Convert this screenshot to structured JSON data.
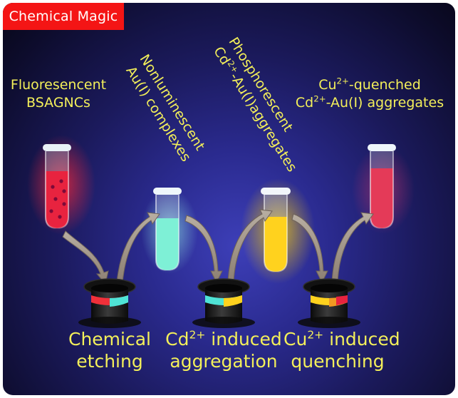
{
  "badge": "Chemical Magic",
  "labels": {
    "fluorescent": [
      "Fluoresencent",
      "BSAGNCs"
    ],
    "nonluminescent": [
      "Nonluminescent",
      "Au(I) complexes"
    ],
    "phosphorescent_line1": "Phosphorescent",
    "phosphorescent_ion": "Cd",
    "phosphorescent_ion_charge": "2+",
    "phosphorescent_rest": "-Au(I)aggregates",
    "quenched_ion": "Cu",
    "quenched_ion_charge": "2+",
    "quenched_rest": "-quenched",
    "quenched_ion2": "Cd",
    "quenched_ion2_charge": "2+",
    "quenched_rest2": "-Au(I) aggregates"
  },
  "steps": {
    "etching": [
      "Chemical",
      "etching"
    ],
    "aggregation_ion": "Cd",
    "aggregation_charge": "2+",
    "aggregation_rest": " induced",
    "aggregation_line2": "aggregation",
    "quenching_ion": "Cu",
    "quenching_charge": "2+",
    "quenching_rest": " induced",
    "quenching_line2": "quenching"
  },
  "colors": {
    "label_yellow": "#f3ef5a",
    "badge_red": "#f41515",
    "tube_red": "#e8233f",
    "tube_cyan": "#7ef0d6",
    "tube_yellow": "#ffd21e",
    "tube_red_final": "#e43a58",
    "band_red": "#f0303a",
    "band_cyan": "#4fe3d6",
    "band_orange": "#f29a22"
  }
}
